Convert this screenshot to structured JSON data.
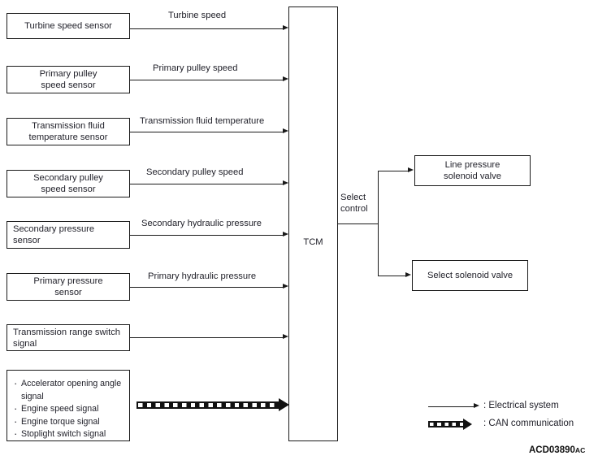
{
  "diagram": {
    "title": "TCM input/output block diagram",
    "figure_code_main": "ACD03890",
    "figure_code_suffix": "AC",
    "accent_color": "#1a1a1a",
    "text_color": "#1f1f28",
    "background": "#ffffff"
  },
  "controller": {
    "label": "TCM",
    "output_label": "Select\ncontrol"
  },
  "inputs": [
    {
      "box_label": "Turbine speed sensor",
      "signal_label": "Turbine speed",
      "bus": "electrical"
    },
    {
      "box_label": "Primary pulley\nspeed sensor",
      "signal_label": "Primary pulley speed",
      "bus": "electrical"
    },
    {
      "box_label": "Transmission fluid\ntemperature sensor",
      "signal_label": "Transmission fluid temperature",
      "bus": "electrical"
    },
    {
      "box_label": "Secondary pulley\nspeed sensor",
      "signal_label": "Secondary pulley speed",
      "bus": "electrical"
    },
    {
      "box_label": "Secondary pressure\nsensor",
      "signal_label": "Secondary hydraulic pressure",
      "bus": "electrical"
    },
    {
      "box_label": "Primary pressure\nsensor",
      "signal_label": "Primary hydraulic pressure",
      "bus": "electrical"
    },
    {
      "box_label": "Transmission range switch\nsignal",
      "signal_label": "",
      "bus": "electrical"
    }
  ],
  "can_input": {
    "items": [
      "Accelerator opening angle\nsignal",
      "Engine speed signal",
      "Engine torque signal",
      "Stoplight switch signal"
    ],
    "bus": "can"
  },
  "outputs": [
    {
      "box_label": "Line pressure\nsolenoid valve"
    },
    {
      "box_label": "Select solenoid valve"
    }
  ],
  "legend": [
    {
      "symbol": "electrical-arrow",
      "label": ": Electrical system"
    },
    {
      "symbol": "can-arrow",
      "label": ": CAN communication"
    }
  ]
}
